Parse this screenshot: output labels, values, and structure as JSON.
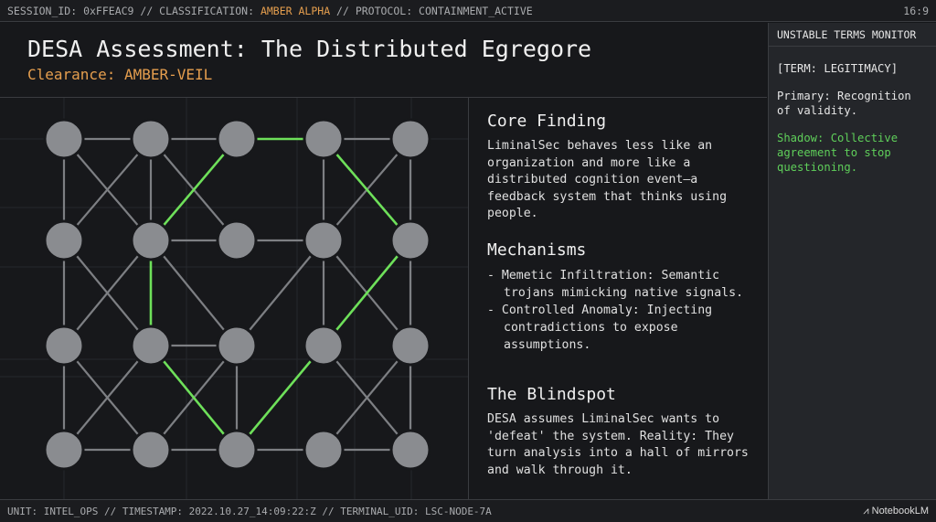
{
  "topbar": {
    "session_prefix": "SESSION_ID: 0xFFEAC9 // CLASSIFICATION: ",
    "classification": "AMBER ALPHA",
    "session_suffix": " // PROTOCOL: CONTAINMENT_ACTIVE",
    "aspect": "16:9"
  },
  "header": {
    "title": "DESA Assessment: The Distributed Egregore",
    "clearance": "Clearance: AMBER-VEIL"
  },
  "graph": {
    "rows": 4,
    "cols": 5,
    "edges": [
      [
        0,
        0,
        0,
        1
      ],
      [
        0,
        1,
        0,
        2
      ],
      [
        0,
        3,
        0,
        4
      ],
      [
        0,
        0,
        1,
        0
      ],
      [
        0,
        1,
        1,
        1
      ],
      [
        0,
        3,
        1,
        3
      ],
      [
        0,
        4,
        1,
        4
      ],
      [
        0,
        0,
        1,
        1
      ],
      [
        0,
        1,
        1,
        0
      ],
      [
        0,
        1,
        1,
        2
      ],
      [
        0,
        4,
        1,
        3
      ],
      [
        1,
        1,
        1,
        2
      ],
      [
        1,
        2,
        1,
        3
      ],
      [
        1,
        0,
        2,
        0
      ],
      [
        1,
        0,
        2,
        1
      ],
      [
        1,
        1,
        2,
        0
      ],
      [
        1,
        1,
        2,
        2
      ],
      [
        1,
        3,
        2,
        2
      ],
      [
        1,
        3,
        2,
        3
      ],
      [
        1,
        3,
        2,
        4
      ],
      [
        1,
        4,
        2,
        4
      ],
      [
        2,
        1,
        2,
        2
      ],
      [
        2,
        0,
        3,
        0
      ],
      [
        2,
        0,
        3,
        1
      ],
      [
        2,
        1,
        3,
        0
      ],
      [
        2,
        2,
        3,
        1
      ],
      [
        2,
        2,
        3,
        2
      ],
      [
        2,
        3,
        3,
        4
      ],
      [
        2,
        4,
        3,
        3
      ],
      [
        2,
        4,
        3,
        4
      ],
      [
        3,
        0,
        3,
        1
      ],
      [
        3,
        1,
        3,
        2
      ],
      [
        3,
        2,
        3,
        3
      ],
      [
        3,
        3,
        3,
        4
      ]
    ],
    "highlighted_edges": [
      [
        0,
        2,
        0,
        3
      ],
      [
        0,
        2,
        1,
        1
      ],
      [
        0,
        3,
        1,
        4
      ],
      [
        1,
        1,
        2,
        1
      ],
      [
        1,
        4,
        2,
        3
      ],
      [
        2,
        1,
        3,
        2
      ],
      [
        2,
        3,
        3,
        2
      ]
    ],
    "colors": {
      "node": "#8a8c90",
      "edge": "#7d7f83",
      "highlight": "#6ee05a"
    }
  },
  "core": {
    "heading": "Core Finding",
    "body": "LiminalSec behaves less like an organization and more like a distributed cognition event—a feedback system that thinks using people."
  },
  "mechanisms": {
    "heading": "Mechanisms",
    "items": [
      "- Memetic Infiltration: Semantic trojans mimicking native signals.",
      "- Controlled Anomaly: Injecting contradictions to expose assumptions."
    ]
  },
  "blindspot": {
    "heading": "The Blindspot",
    "body": "DESA assumes LiminalSec wants to 'defeat' the system. Reality: They turn analysis into a hall of mirrors and walk through it."
  },
  "monitor": {
    "title": "UNSTABLE TERMS MONITOR",
    "term": "[TERM: LEGITIMACY]",
    "primary": "Primary: Recognition of validity.",
    "shadow": "Shadow: Collective agreement to stop questioning."
  },
  "footer": {
    "status": "UNIT: INTEL_OPS // TIMESTAMP: 2022.10.27_14:09:22:Z // TERMINAL_UID: LSC-NODE-7A",
    "brand": "NotebookLM"
  }
}
